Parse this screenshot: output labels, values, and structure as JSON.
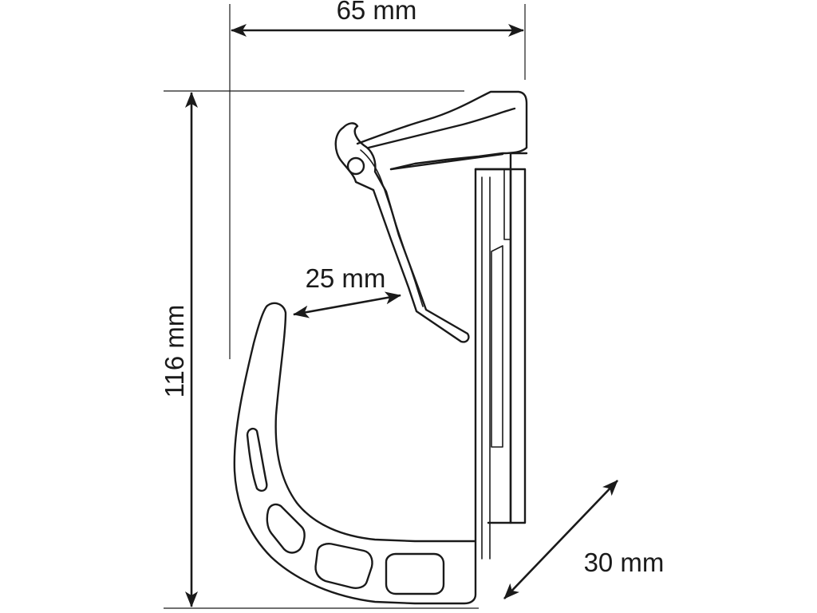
{
  "diagram": {
    "dimensions": {
      "width_label": "65 mm",
      "height_label": "116 mm",
      "opening_label": "25 mm",
      "depth_label": "30 mm"
    },
    "colors": {
      "line": "#1a1a1a",
      "background": "#ffffff",
      "part_fill": "#ffffff"
    }
  }
}
